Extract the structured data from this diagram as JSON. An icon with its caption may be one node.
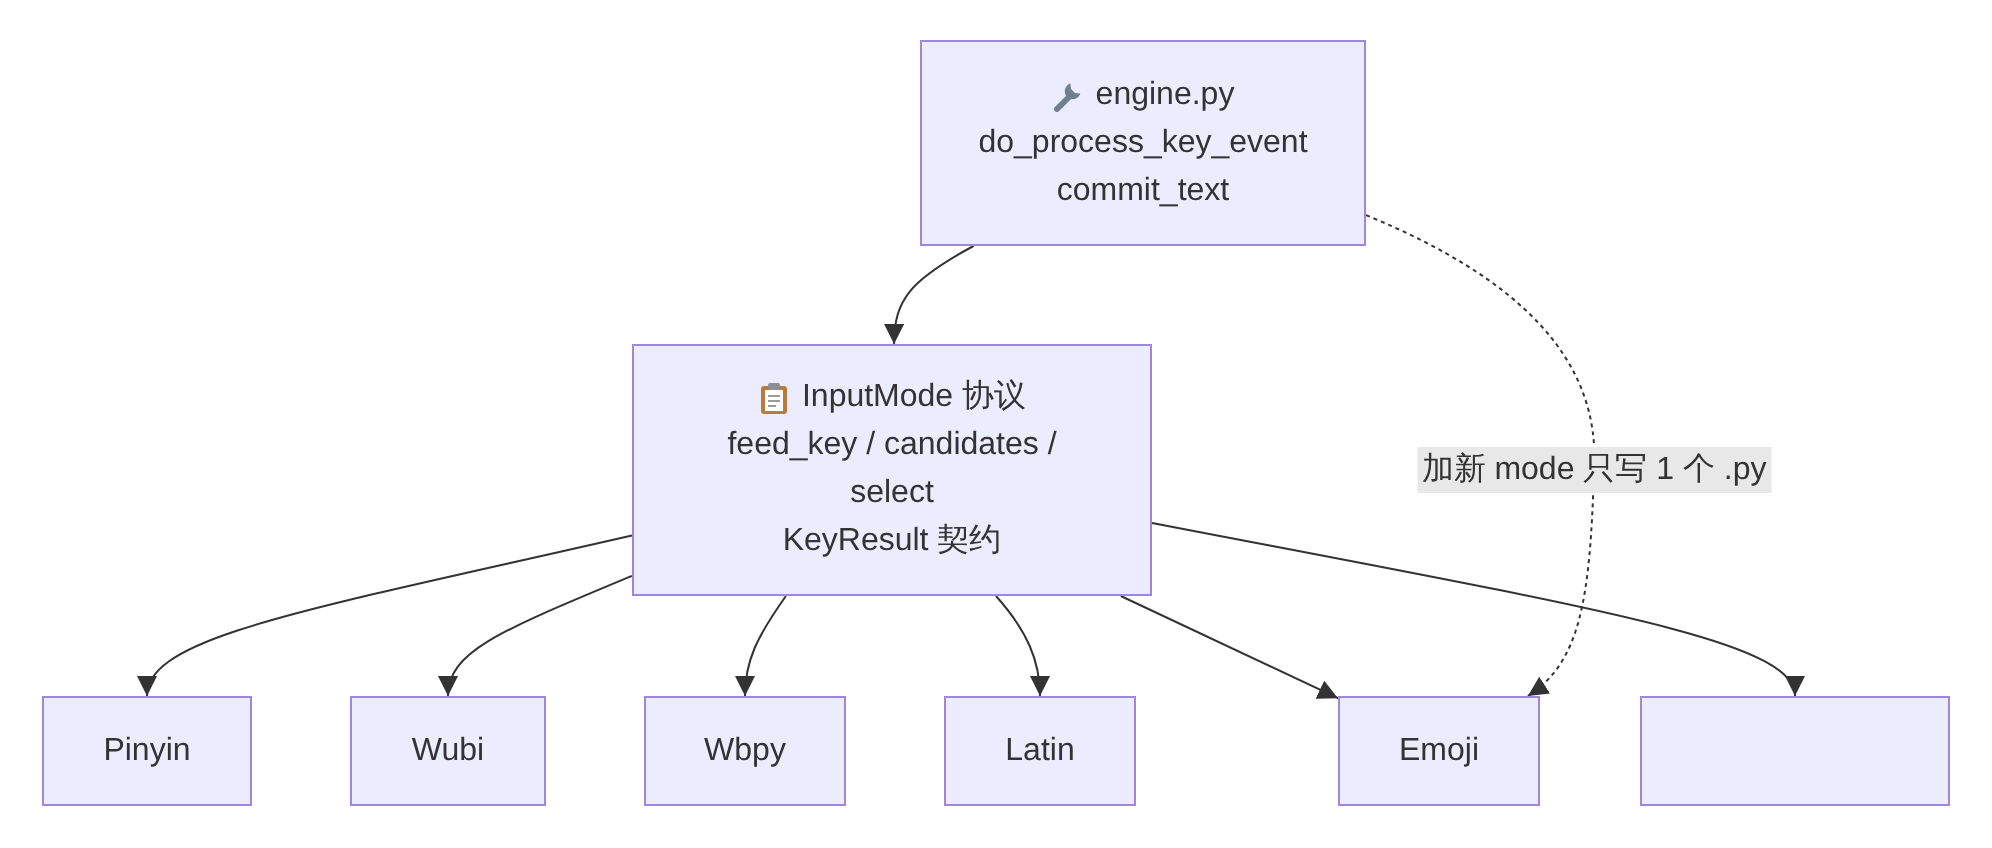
{
  "diagram": {
    "nodes": [
      {
        "text": [
          "engine.py",
          "do_process_key_event",
          "commit_text"
        ]
      },
      {
        "text": [
          "InputMode 协议",
          "feed_key / candidates / select",
          "KeyResult 契约"
        ]
      },
      {
        "text": [
          "Pinyin"
        ]
      },
      {
        "text": [
          "Wubi"
        ]
      },
      {
        "text": [
          "Wbpy"
        ]
      },
      {
        "text": [
          "Latin"
        ]
      },
      {
        "text": [
          "Emoji"
        ]
      },
      {
        "text": [],
        "shape": "box"
      }
    ],
    "edges": [
      {
        "from": 0,
        "to": 1,
        "arrow": "to"
      },
      {
        "from": 1,
        "to": 2,
        "arrow": "to"
      },
      {
        "from": 1,
        "to": 3,
        "arrow": "to"
      },
      {
        "from": 1,
        "to": 4,
        "arrow": "to"
      },
      {
        "from": 1,
        "to": 5,
        "arrow": "to"
      },
      {
        "from": 1,
        "to": 6,
        "arrow": "to"
      },
      {
        "from": 1,
        "to": 7,
        "arrow": "to"
      },
      {
        "from": 0,
        "to": 6,
        "arrow": "to",
        "style": "dashed",
        "label": "加新 mode 只写 1 个 .py"
      }
    ]
  }
}
